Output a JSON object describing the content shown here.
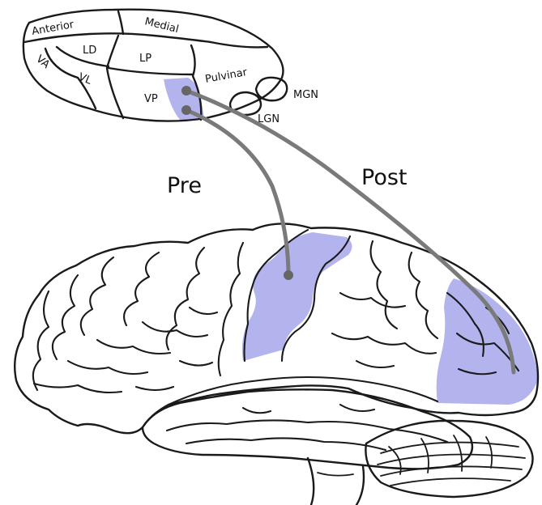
{
  "thalamus": {
    "nuclei": {
      "anterior": "Anterior",
      "medial": "Medial",
      "ld": "LD",
      "lp": "LP",
      "va": "VA",
      "vl": "VL",
      "vp": "VP",
      "pulvinar": "Pulvinar",
      "mgn": "MGN",
      "lgn": "LGN"
    }
  },
  "pathways": {
    "pre": "Pre",
    "post": "Post"
  },
  "colors": {
    "highlight": "#b3b3ee",
    "fiber": "#7a7a7a",
    "outline": "#1a1a1a"
  }
}
